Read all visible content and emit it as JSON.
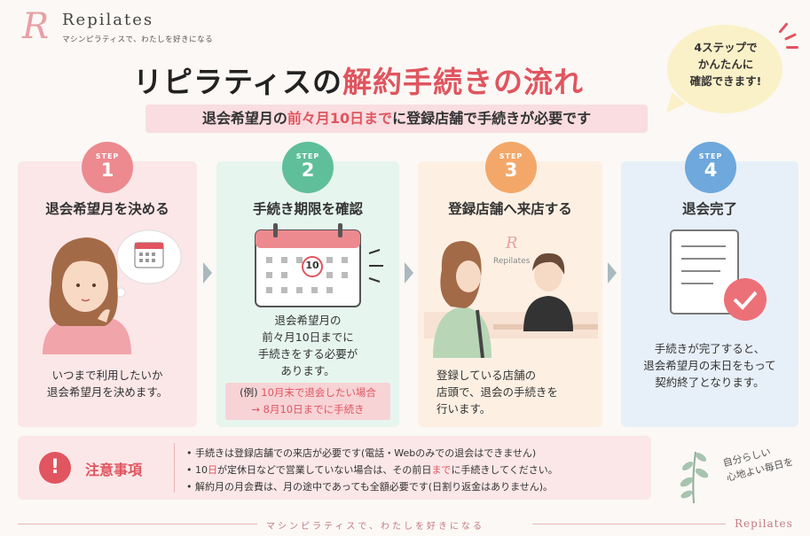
{
  "brand": {
    "logo_letter": "R",
    "name": "Repilates",
    "tagline": "マシンピラティスで、わたしを好きになる"
  },
  "title": {
    "part1": "リピラティスの",
    "part2": "解約手続きの流れ"
  },
  "subtitle": {
    "before": "退会希望月の",
    "accent": "前々月10日まで",
    "after": "に登録店舗で手続きが必要です"
  },
  "bubble": {
    "line1": "4ステップで",
    "line2": "かんたんに",
    "line3": "確認できます!"
  },
  "steps": [
    {
      "step_label": "STEP",
      "number": "1",
      "title": "退会希望月を決める",
      "desc_line1": "いつまで利用したいか",
      "desc_line2": "退会希望月を決めます。"
    },
    {
      "step_label": "STEP",
      "number": "2",
      "title": "手続き期限を確認",
      "calendar_day": "10",
      "desc_line1": "退会希望月の",
      "desc_line2": "前々月10日までに",
      "desc_line3": "手続きをする必要が",
      "desc_line4": "あります。",
      "example_prefix": "(例)",
      "example_accent1": "10月末で退会したい場合",
      "example_accent2": "→ 8月10日までに手続き"
    },
    {
      "step_label": "STEP",
      "number": "3",
      "title": "登録店舗へ来店する",
      "sign_letter": "R",
      "sign_text": "Repilates",
      "desc_line1": "登録している店舗の",
      "desc_line2": "店頭で、退会の手続きを",
      "desc_line3": "行います。"
    },
    {
      "step_label": "STEP",
      "number": "4",
      "title": "退会完了",
      "desc_line1": "手続きが完了すると、",
      "desc_line2": "退会希望月の末日をもって",
      "desc_line3": "契約終了となります。"
    }
  ],
  "notice": {
    "icon": "!",
    "heading": "注意事項",
    "item1": "• 手続きは登録店舗での来店が必要です(電話・Webのみでの退会はできません)",
    "item2_a": "• 10",
    "item2_b": "日",
    "item2_c": "が定休日などで営業していない場合は、その前日",
    "item2_d": "まで",
    "item2_e": "に手続きしてください。",
    "item3": "• 解約月の月会費は、月の途中であっても全額必要です(日割り返金はありません)。"
  },
  "side_note": {
    "line1": "自分らしい",
    "line2": "心地よい毎日を"
  },
  "footer": {
    "tagline": "マシンピラティスで、わたしを好きになる",
    "brand": "Repilates"
  },
  "colors": {
    "accent": "#e0555f",
    "step1": "#ec8a8f",
    "step2": "#5fbf9b",
    "step3": "#f3a86a",
    "step4": "#6ea8dc"
  }
}
